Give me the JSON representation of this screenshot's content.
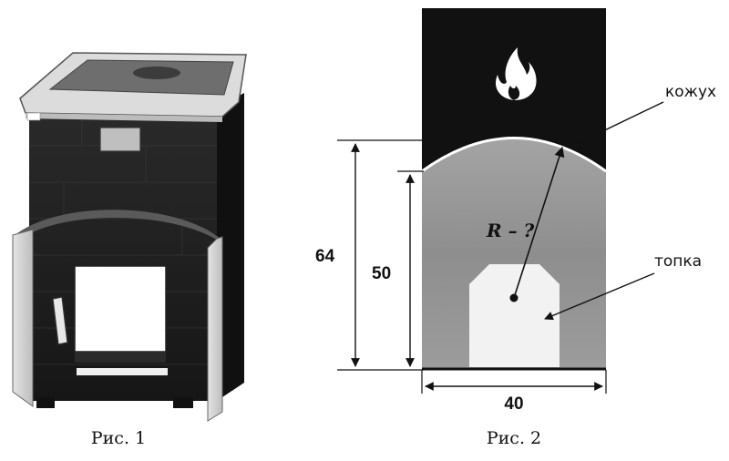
{
  "figure1": {
    "caption": "Рис. 1"
  },
  "figure2": {
    "caption": "Рис. 2",
    "dimensions": {
      "total_height": "64",
      "wall_height": "50",
      "width": "40"
    },
    "labels": {
      "casing": "кожух",
      "firebox": "топка",
      "radius": "R – ?"
    }
  },
  "colors": {
    "dark": "#111111",
    "gray_body": "#9a9a9a",
    "light_panel": "#f2f2f2"
  },
  "icons": [
    "flame-icon",
    "stove-illustration",
    "arrow-icon"
  ]
}
